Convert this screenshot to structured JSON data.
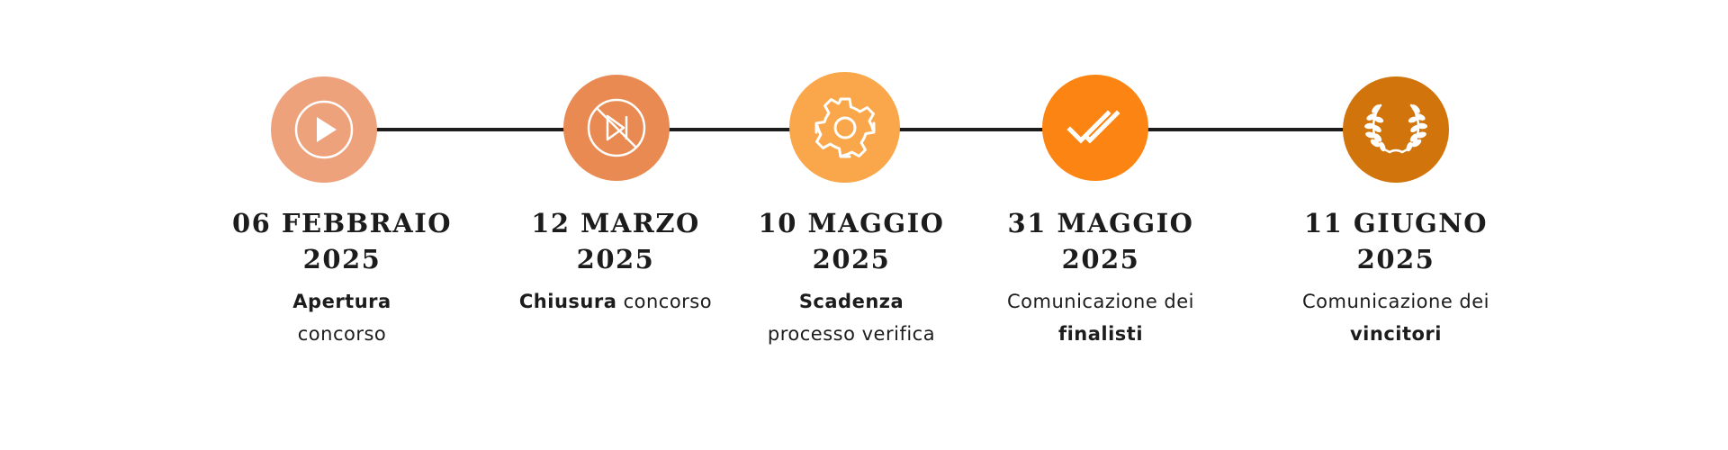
{
  "timeline": {
    "milestones": [
      {
        "date_line1": "06 FEBBRAIO",
        "date_line2": "2025",
        "desc_bold": "Apertura",
        "desc_regular": "concorso",
        "icon": "play-icon",
        "color": "#EDA27B"
      },
      {
        "date_line1": "12 MARZO",
        "date_line2": "2025",
        "desc_bold": "Chiusura",
        "desc_regular": " concorso",
        "icon": "no-play-icon",
        "color": "#E98A52"
      },
      {
        "date_line1": "10 MAGGIO",
        "date_line2": "2025",
        "desc_bold": "Scadenza",
        "desc_regular": "processo verifica",
        "icon": "gear-icon",
        "color": "#F9A74A"
      },
      {
        "date_line1": "31 MAGGIO",
        "date_line2": "2025",
        "desc_regular": "Comunicazione dei",
        "desc_bold": "finalisti",
        "icon": "double-check-icon",
        "color": "#FC8412"
      },
      {
        "date_line1": "11 GIUGNO",
        "date_line2": "2025",
        "desc_regular": "Comunicazione dei",
        "desc_bold": "vincitori",
        "icon": "laurel-wreath-icon",
        "color": "#D1740B"
      }
    ],
    "line_color": "#1C1C1C"
  }
}
